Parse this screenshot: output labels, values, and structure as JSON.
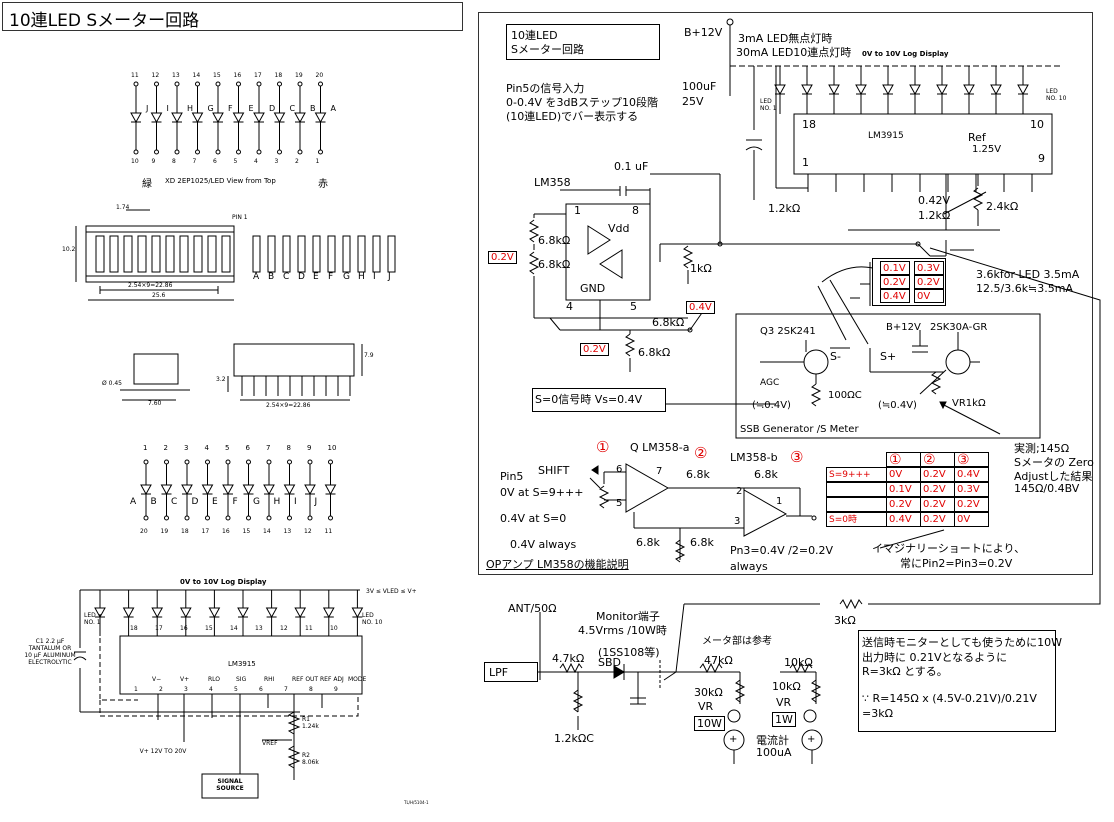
{
  "title": "10連LED Sメーター回路",
  "left": {
    "led_bar_caption_green": "緑",
    "led_bar_caption_part": "XD 2EP1025/LED View from Top",
    "led_bar_caption_red": "赤",
    "top_pins": [
      "11",
      "12",
      "13",
      "14",
      "15",
      "16",
      "17",
      "18",
      "19",
      "20"
    ],
    "top_letters": [
      "J",
      "I",
      "H",
      "G",
      "F",
      "E",
      "D",
      "C",
      "B",
      "A"
    ],
    "bottom_pins_top": [
      "10",
      "9",
      "8",
      "7",
      "6",
      "5",
      "4",
      "3",
      "2",
      "1"
    ],
    "dim_174": "1.74",
    "pin1": "PIN 1",
    "dim_254": "2.54×9=22.86",
    "dim_256": "25.6",
    "dim_102": "10.2",
    "letters_row": [
      "A",
      "B",
      "C",
      "D",
      "E",
      "F",
      "G",
      "H",
      "I",
      "J"
    ],
    "dim_045": "Ø 0.45",
    "dim_760": "7.60",
    "dim_79": "7.9",
    "dim_32": "3.2",
    "dim_2286": "2.54×9=22.86",
    "mid_pins_top": [
      "1",
      "2",
      "3",
      "4",
      "5",
      "6",
      "7",
      "8",
      "9",
      "10"
    ],
    "mid_letters": [
      "A",
      "B",
      "C",
      "D",
      "E",
      "F",
      "G",
      "H",
      "I",
      "J"
    ],
    "mid_pins_bottom": [
      "20",
      "19",
      "18",
      "17",
      "16",
      "15",
      "14",
      "13",
      "12",
      "11"
    ],
    "lm_title": "0V to 10V Log Display",
    "lm_supply": "3V ≤ VLED ≤ V+",
    "led_no1": "LED NO. 1",
    "led_no10": "LED NO. 10",
    "led_nums": [
      "18",
      "17",
      "16",
      "15",
      "14",
      "13",
      "12",
      "11",
      "10"
    ],
    "cap_label": "C1 2.2 µF TANTALUM OR 10 µF ALUMINUM ELECTROLYTIC",
    "chip": "LM3915",
    "chip_pins": [
      "1",
      "2",
      "3",
      "4",
      "5",
      "6",
      "7",
      "8",
      "9"
    ],
    "chip_pin_names": [
      "V−",
      "V+",
      "RLO",
      "SIG",
      "RHI",
      "REF OUT",
      "REF ADJ",
      "MODE"
    ],
    "r1": "R1 1.24k",
    "r2": "R2 8.06k",
    "vref": "VREF",
    "vplus": "V+ 12V TO 20V",
    "signal_source": "SIGNAL SOURCE",
    "footer_tiny": "TL/H/5104-1"
  },
  "right": {
    "title_box": [
      "10連LED",
      "Sメーター回路"
    ],
    "vcc": "B+12V",
    "led_note": [
      "3mA LED無点灯時",
      "30mA LED10連点灯時"
    ],
    "log_display": "0V to 10V Log Display",
    "pin5_note": [
      "Pin5の信号入力",
      "0-0.4V を3dBステップ10段階",
      "(10連LED)でバー表示する"
    ],
    "c100": "100uF",
    "c25v": "25V",
    "led_no1": "LED NO. 1",
    "led_no10": "LED NO. 10",
    "pin18": "18",
    "pin10": "10",
    "chip": "LM3915",
    "ref": "Ref",
    "ref_v": "1.25V",
    "pin1": "1",
    "pin9": "9",
    "c01": "0.1 uF",
    "lm358": "LM358",
    "r12k": "1.2kΩ",
    "v042": "0.42V",
    "r12k2": "1.2kΩ",
    "r24k": "2.4kΩ",
    "pin_labels": [
      "1",
      "8",
      "Vdd",
      "GND",
      "4",
      "5"
    ],
    "r68a": "6.8kΩ",
    "r68b": "6.8kΩ",
    "v02a": "0.2V",
    "r1k": "1kΩ",
    "led_current": [
      "3.6kfor LED 3.5mA",
      "12.5/3.6k≒3.5mA"
    ],
    "sel_left": [
      "0.1V",
      "0.2V",
      "0.4V"
    ],
    "sel_right": [
      "0.3V",
      "0.2V",
      "0V"
    ],
    "v04": "0.4V",
    "r68c": "6.8kΩ",
    "r68d": "6.8kΩ",
    "v02b": "0.2V",
    "q3": "Q3 2SK241",
    "bplus": "B+12V",
    "q_fet": "2SK30A-GR",
    "s_minus": "S-",
    "s_plus": "S+",
    "agc": "AGC",
    "approx04a": "(≒0.4V)",
    "r100": "100ΩC",
    "approx04b": "(≒0.4V)",
    "vr1k": "VR1kΩ",
    "ssb": "SSB Generator /S Meter",
    "s0": "S=0信号時  Vs=0.4V",
    "measured": [
      "実測;145Ω",
      "Sメータの Zero",
      "Adjustした結果",
      "145Ω/0.4BV"
    ],
    "c1": "①",
    "c2": "②",
    "c3": "③",
    "qa": "Q LM358-a",
    "qb": "LM358-b",
    "shift": "SHIFT",
    "pin5": "Pin5",
    "at_s9": "0V at S=9+++",
    "at_s0": "0.4V at S=0",
    "always": "0.4V  always",
    "op_pins": [
      "6",
      "7",
      "5",
      "2",
      "1",
      "3"
    ],
    "r68k1": "6.8k",
    "r68k2": "6.8k",
    "r68k3": "6.8k",
    "r68k4": "6.8k",
    "pin3": "Pn3=0.4V /2=0.2V",
    "always2": "always",
    "op_desc": "OPアンプ LM358の機能説明",
    "table_head": [
      "①",
      "②",
      "③"
    ],
    "table_rows": [
      {
        "label": "S=9+++",
        "v": [
          "0V",
          "0.2V",
          "0.4V"
        ]
      },
      {
        "label": "",
        "v": [
          "0.1V",
          "0.2V",
          "0.3V"
        ]
      },
      {
        "label": "",
        "v": [
          "0.2V",
          "0.2V",
          "0.2V"
        ]
      },
      {
        "label": "S=0時",
        "v": [
          "0.4V",
          "0.2V",
          "0V"
        ]
      }
    ],
    "imag_note": [
      "イマジナリーショートにより、",
      "常にPin2=Pin3=0.2V"
    ],
    "ant": "ANT/50Ω",
    "monitor": [
      "Monitor端子",
      "4.5Vrms /10W時"
    ],
    "lpf": "LPF",
    "r47k": "4.7kΩ",
    "diode": "(1SS108等)",
    "sbd": "SBD",
    "r12kc": "1.2kΩC",
    "meter_note": "メータ部は参考",
    "r47k2": "47kΩ",
    "r30k": "30kΩ",
    "vr": "VR",
    "w10": "10W",
    "r10k": "10kΩ",
    "r10k2": "10kΩ",
    "vr2": "VR",
    "w1": "1W",
    "ammeter": "電流計",
    "ua100": "100uA",
    "r3k": "3kΩ",
    "tx_note": [
      "送信時モニターとしても使うために10W",
      "出力時に 0.21Vとなるように",
      "R=3kΩ とする。",
      "",
      "∵ R=145Ω x (4.5V-0.21V)/0.21V",
      "      =3kΩ"
    ]
  }
}
